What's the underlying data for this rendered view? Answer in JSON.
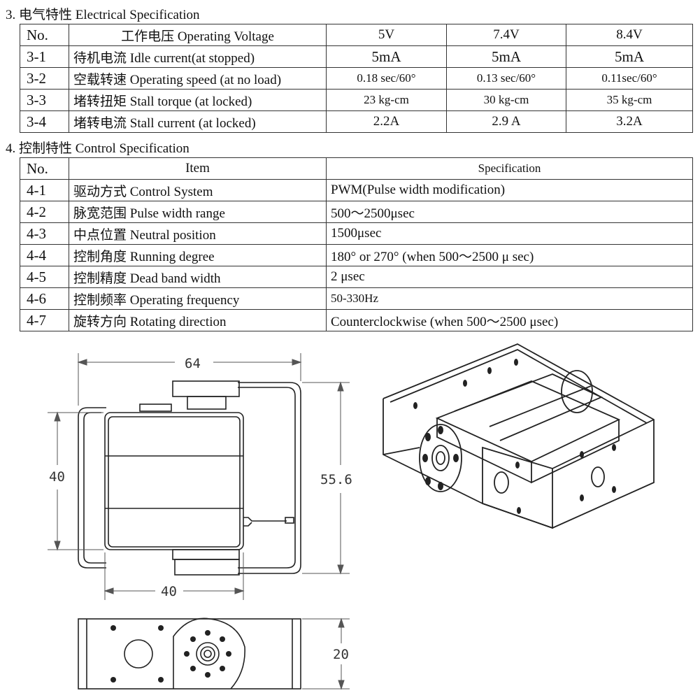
{
  "section3": {
    "title": "3.  电气特性 Electrical Specification",
    "header": {
      "no": "No.",
      "item": "工作电压 Operating Voltage",
      "v1": "5V",
      "v2": "7.4V",
      "v3": "8.4V"
    },
    "rows": [
      {
        "no": "3-1",
        "item": "待机电流  Idle current(at stopped)",
        "v1": "5mA",
        "v2": "5mA",
        "v3": "5mA"
      },
      {
        "no": "3-2",
        "item": "空载转速 Operating speed (at no load)",
        "v1": "0.18 sec/60°",
        "v2": "0.13 sec/60°",
        "v3": "0.11sec/60°"
      },
      {
        "no": "3-3",
        "item": "堵转扭矩 Stall torque (at locked)",
        "v1": "23 kg-cm",
        "v2": "30 kg-cm",
        "v3": "35 kg-cm"
      },
      {
        "no": "3-4",
        "item": "堵转电流 Stall current (at locked)",
        "v1": "2.2A",
        "v2": "2.9 A",
        "v3": "3.2A"
      }
    ]
  },
  "section4": {
    "title": "4.  控制特性 Control Specification",
    "header": {
      "no": "No.",
      "item": "Item",
      "spec": "Specification"
    },
    "rows": [
      {
        "no": "4-1",
        "item": "驱动方式 Control System",
        "spec": "PWM(Pulse width modification)"
      },
      {
        "no": "4-2",
        "item": "脉宽范围  Pulse width range",
        "spec": "500～2500μsec"
      },
      {
        "no": "4-3",
        "item": "中点位置  Neutral position",
        "spec": "1500μsec"
      },
      {
        "no": "4-4",
        "item": "控制角度  Running degree",
        "spec": "180° or 270°    (when 500～2500 μ sec)"
      },
      {
        "no": "4-5",
        "item": "控制精度  Dead band width",
        "spec": "2 μsec"
      },
      {
        "no": "4-6",
        "item": "控制频率 Operating    frequency",
        "spec": "50-330Hz"
      },
      {
        "no": "4-7",
        "item": "旋转方向  Rotating direction",
        "spec": "Counterclockwise (when 500～2500 μsec)"
      }
    ]
  },
  "drawing": {
    "dim_width_top": "64",
    "dim_height_left": "40",
    "dim_height_right": "55.6",
    "dim_width_bottom": "40",
    "dim_depth": "20"
  }
}
